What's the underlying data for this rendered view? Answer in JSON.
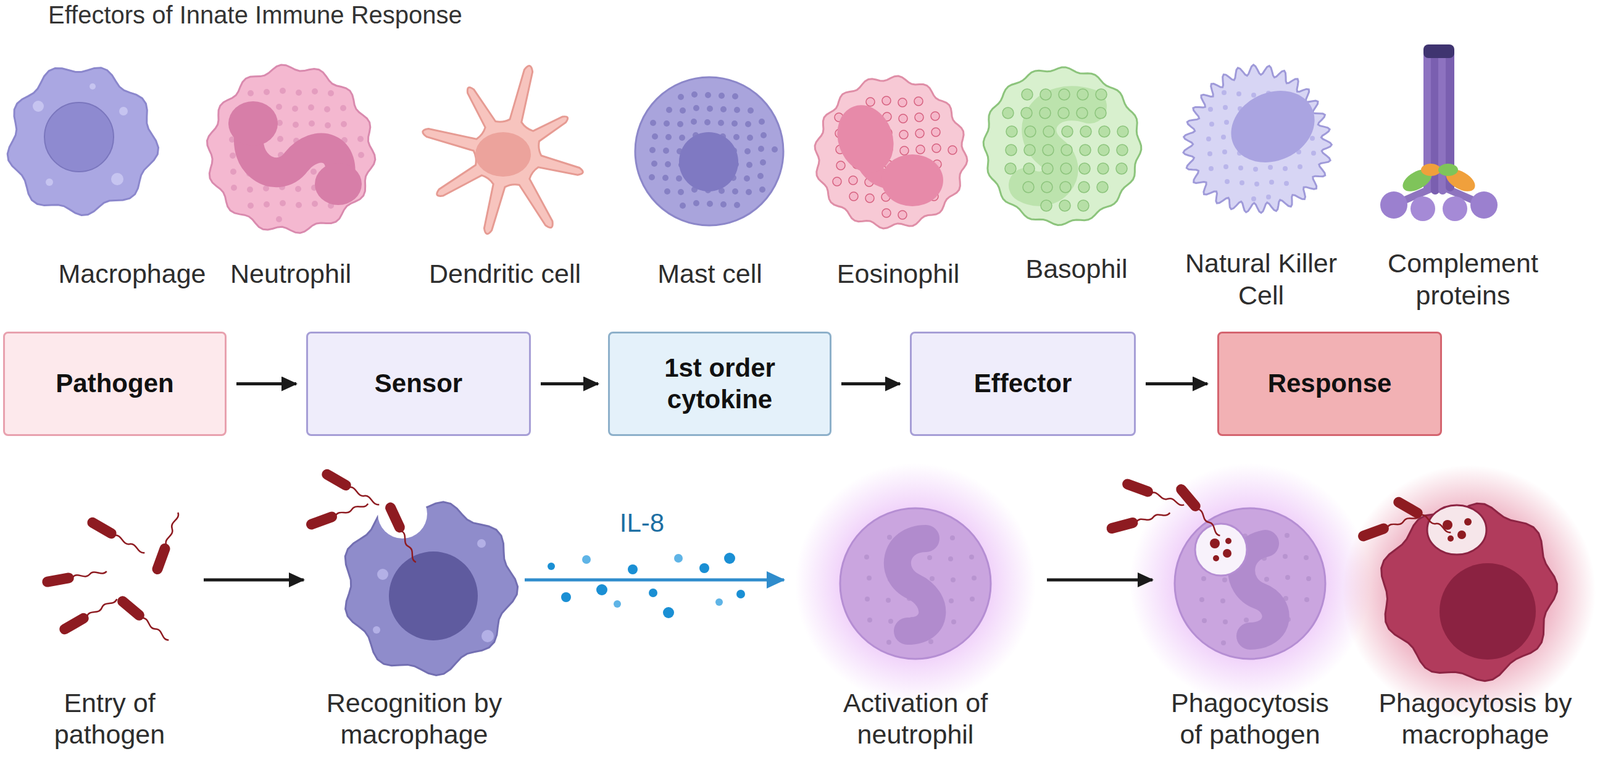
{
  "diagram": {
    "title": "Effectors of Innate Immune Response",
    "nodes": [
      {
        "text": [
          "Pathogen"
        ]
      },
      {
        "text": [
          "Sensor"
        ]
      },
      {
        "text": [
          "1st order cytokine"
        ]
      },
      {
        "text": [
          "Effector"
        ]
      },
      {
        "text": [
          "Response"
        ]
      },
      {
        "text": [
          "Entry of pathogen"
        ]
      },
      {
        "text": [
          "Recognition by macrophage"
        ]
      },
      {
        "text": [
          "Activation of neutrophil"
        ]
      },
      {
        "text": [
          "Phagocytosis of pathogen"
        ]
      },
      {
        "text": [
          "Phagocytosis by macrophage"
        ]
      }
    ],
    "edges": [
      {
        "from": 0,
        "to": 1,
        "arrow": "to"
      },
      {
        "from": 1,
        "to": 2,
        "arrow": "to"
      },
      {
        "from": 2,
        "to": 3,
        "arrow": "to"
      },
      {
        "from": 3,
        "to": 4,
        "arrow": "to"
      },
      {
        "from": 5,
        "to": 6,
        "arrow": "to"
      },
      {
        "from": 6,
        "to": 7,
        "label": "IL-8",
        "arrow": "to"
      },
      {
        "from": 7,
        "to": 8,
        "arrow": "to"
      }
    ],
    "labels": [
      "Macrophage",
      "Neutrophil",
      "Dendritic cell",
      "Mast cell",
      "Eosinophil",
      "Basophil",
      "Natural Killer Cell",
      "Complement proteins"
    ]
  }
}
